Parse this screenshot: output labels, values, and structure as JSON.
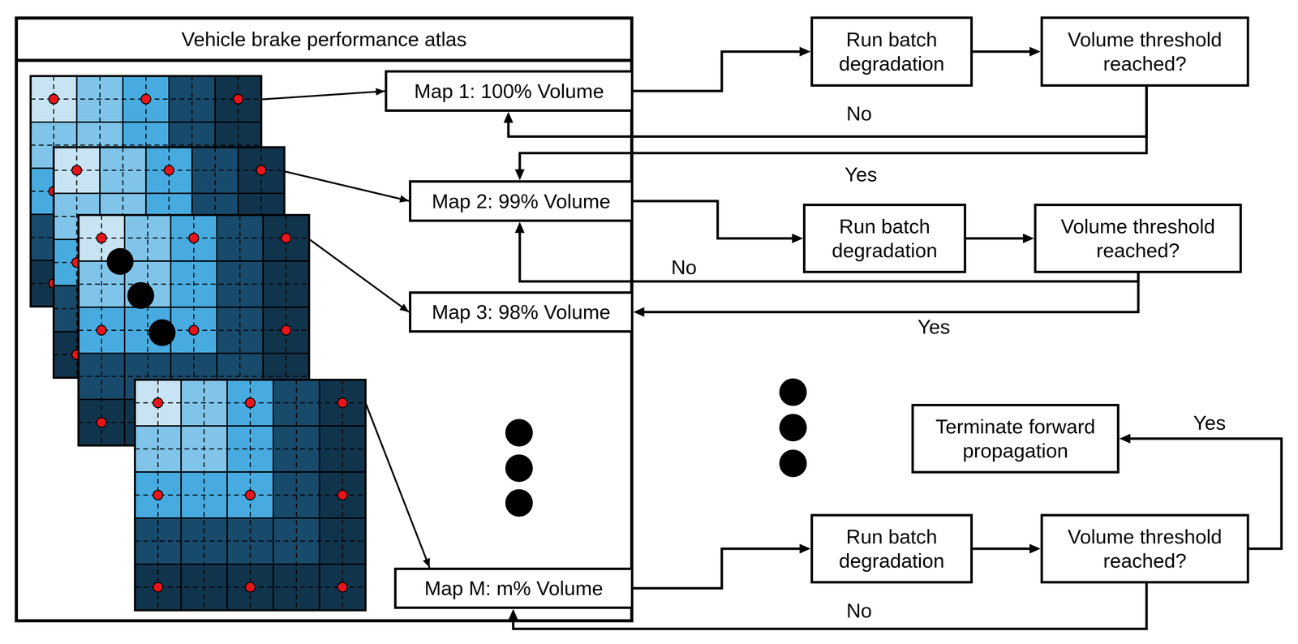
{
  "diagram": {
    "nodes": [
      {
        "text": [
          "Vehicle brake performance atlas"
        ]
      },
      {
        "text": [
          "Map 1: 100% Volume"
        ],
        "in": 0
      },
      {
        "text": [
          "Map 2: 99% Volume"
        ],
        "in": 0
      },
      {
        "text": [
          "Map 3: 98% Volume"
        ],
        "in": 0
      },
      {
        "text": [
          "Map M: m% Volume"
        ],
        "in": 0
      },
      {
        "text": [
          "Run batch degradation"
        ]
      },
      {
        "text": [
          "Volume threshold reached?"
        ]
      },
      {
        "text": [
          "Run batch degradation"
        ]
      },
      {
        "text": [
          "Volume threshold reached?"
        ]
      },
      {
        "text": [
          "Terminate forward propagation"
        ]
      },
      {
        "text": [
          "Run batch degradation"
        ]
      },
      {
        "text": [
          "Volume threshold reached?"
        ]
      }
    ],
    "edges": [
      {
        "from": 1,
        "to": 5,
        "arrow": "to"
      },
      {
        "from": 5,
        "to": 6,
        "arrow": "to"
      },
      {
        "from": 6,
        "to": 1,
        "label": "No",
        "arrow": "to"
      },
      {
        "from": 6,
        "to": 2,
        "label": "Yes",
        "arrow": "to"
      },
      {
        "from": 2,
        "to": 7,
        "arrow": "to"
      },
      {
        "from": 7,
        "to": 8,
        "arrow": "to"
      },
      {
        "from": 8,
        "to": 2,
        "label": "No",
        "arrow": "to"
      },
      {
        "from": 8,
        "to": 3,
        "label": "Yes",
        "arrow": "to"
      },
      {
        "from": 4,
        "to": 10,
        "arrow": "to"
      },
      {
        "from": 10,
        "to": 11,
        "arrow": "to"
      },
      {
        "from": 11,
        "to": 9,
        "label": "Yes",
        "arrow": "to"
      },
      {
        "from": 11,
        "to": 4,
        "label": "No",
        "arrow": "to"
      }
    ]
  }
}
